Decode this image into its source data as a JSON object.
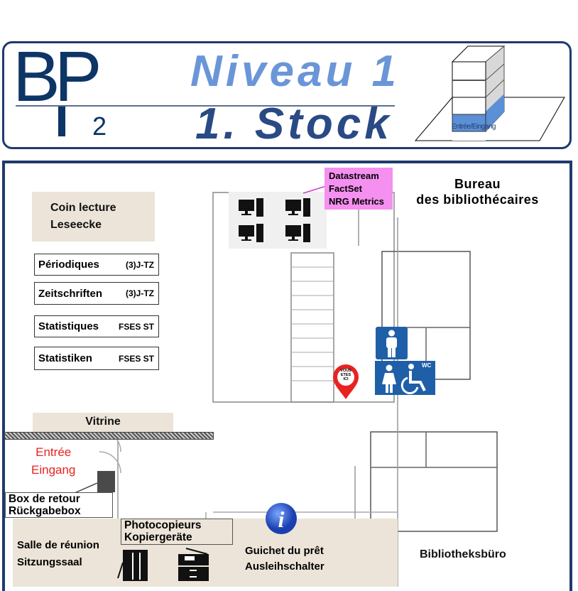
{
  "header": {
    "logo": "BP2",
    "level_title": "Niveau 1",
    "level_subtitle": "1. Stock",
    "building_icon_label": "Entrée/Eingang",
    "colors": {
      "primary": "#1f3a6e",
      "accent": "#6a96d8",
      "ground_floor": "#5b8fd6"
    }
  },
  "map": {
    "reading_corner": {
      "fr": "Coin lecture",
      "de": "Leseecke"
    },
    "shelves": [
      {
        "label": "Périodiques",
        "code": "(3)J-TZ"
      },
      {
        "label": "Zeitschriften",
        "code": "(3)J-TZ"
      },
      {
        "label": "Statistiques",
        "code": "FSES ST"
      },
      {
        "label": "Statistiken",
        "code": "FSES ST"
      }
    ],
    "databases": [
      "Datastream",
      "FactSet",
      "NRG Metrics"
    ],
    "librarians_office": {
      "line1": "Bureau",
      "line2": "des bibliothécaires"
    },
    "you_are_here": "VOUS ETES ICI",
    "wc_label": "WC",
    "showcase": "Vitrine",
    "entrance": {
      "fr": "Entrée",
      "de": "Eingang"
    },
    "return_box": {
      "fr": "Box de retour",
      "de": "Rückgabebox"
    },
    "meeting_room": {
      "fr": "Salle de réunion",
      "de": "Sitzungssaal"
    },
    "copiers": {
      "fr": "Photocopieurs",
      "de": "Kopiergeräte"
    },
    "loan_desk": {
      "fr": "Guichet du prêt",
      "de": "Ausleihschalter"
    },
    "library_office": "Bibliotheksbüro",
    "colors": {
      "entrance": "#e8231f",
      "databases_bg": "#f590f0",
      "zone_bg": "#ece4d8",
      "wc_blue": "#1f5fa8"
    }
  }
}
